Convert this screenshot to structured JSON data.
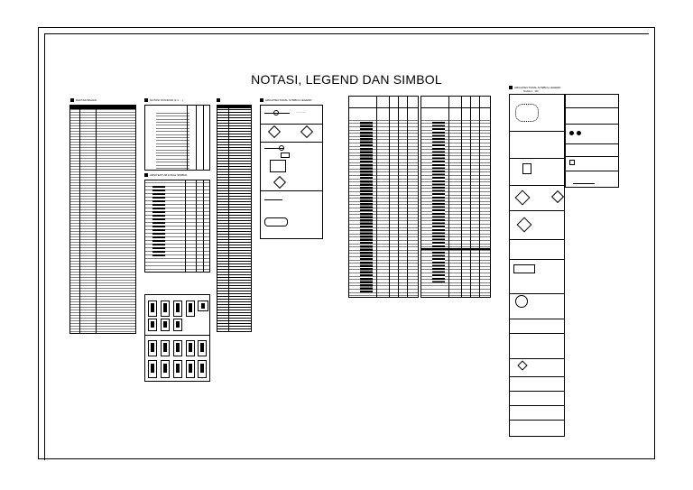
{
  "title": "NOTASI, LEGEND DAN SIMBOL",
  "sections": {
    "daftar_bahan": "DAFTAR BAHAN",
    "notasi_standar": "NOTASI STANDAR (1:1 …)",
    "arsitektur_simbol": "ARSITEKTUR LOKAL SIMBOL",
    "architectural_symbol_legend": "ARCHITECTURAL SYMBOL LEGEND",
    "architectural_symbol_legend_scale": "ARCHITECTURAL SYMBOL LEGEND",
    "scale": "SCALE 1 : 100"
  }
}
